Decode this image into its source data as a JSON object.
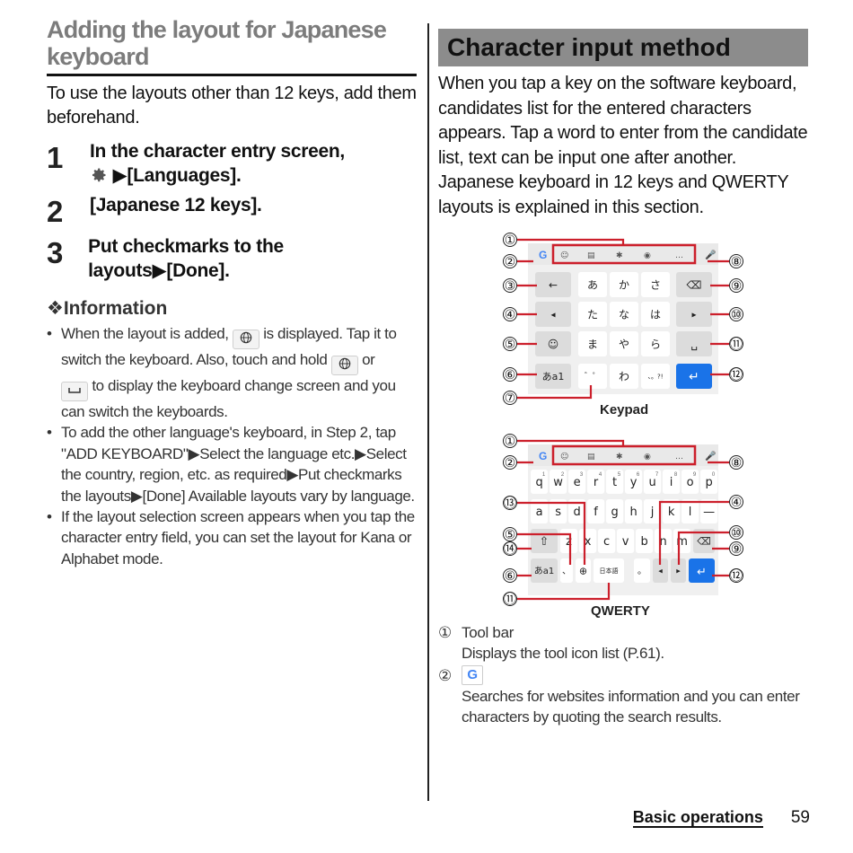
{
  "left": {
    "title": "Adding the layout for Japanese keyboard",
    "intro": "To use the layouts other than 12 keys, add them beforehand.",
    "steps": [
      {
        "num": "1",
        "text_a": "In the character entry screen,",
        "text_b": "▶[Languages]."
      },
      {
        "num": "2",
        "text": "[Japanese 12 keys]."
      },
      {
        "num": "3",
        "text": "Put checkmarks to the layouts▶[Done]."
      }
    ],
    "info_heading": "❖Information",
    "info": [
      {
        "a": "When the layout is added,",
        "b": "is displayed. Tap it to switch the keyboard. Also, touch and hold",
        "c": "or",
        "d": "to display the keyboard change screen and you can switch the keyboards."
      },
      {
        "text": "To add the other language's keyboard, in Step 2, tap \"ADD KEYBOARD\"▶Select the language etc.▶Select the country, region, etc. as required▶Put checkmarks the layouts▶[Done] Available layouts vary by language."
      },
      {
        "text": "If the layout selection screen appears when you tap the character entry field, you can set the layout for Kana or Alphabet mode."
      }
    ]
  },
  "right": {
    "banner": "Character input method",
    "para1": "When you tap a key on the software keyboard, candidates list for the entered characters appears. Tap a word to enter from the candidate list, text can be input one after another.",
    "para2": "Japanese keyboard in 12 keys and QWERTY layouts is explained in this section.",
    "keypad": {
      "caption": "Keypad",
      "kana": [
        "あ",
        "か",
        "さ",
        "た",
        "な",
        "は",
        "ま",
        "や",
        "ら",
        "わ"
      ],
      "mode_key": "あa1",
      "callouts_left": [
        "①",
        "②",
        "③",
        "④",
        "⑤",
        "⑥",
        "⑦"
      ],
      "callouts_right": [
        "⑧",
        "⑨",
        "⑩",
        "⑪",
        "⑫"
      ]
    },
    "qwerty": {
      "caption": "QWERTY",
      "row1": [
        "q",
        "w",
        "e",
        "r",
        "t",
        "y",
        "u",
        "i",
        "o",
        "p"
      ],
      "row1_nums": [
        "1",
        "2",
        "3",
        "4",
        "5",
        "6",
        "7",
        "8",
        "9",
        "0"
      ],
      "row2": [
        "a",
        "s",
        "d",
        "f",
        "g",
        "h",
        "j",
        "k",
        "l",
        "—"
      ],
      "row3": [
        "z",
        "x",
        "c",
        "v",
        "b",
        "n",
        "m"
      ],
      "mode_key": "あa1",
      "lang_key": "日本語",
      "period_key": "。",
      "callouts_left": [
        "①",
        "②",
        "⑬",
        "⑤",
        "⑭",
        "⑥",
        "⑪"
      ],
      "callouts_right": [
        "⑧",
        "④",
        "⑩",
        "⑨",
        "⑫"
      ]
    },
    "legend": [
      {
        "num": "①",
        "label": "Tool bar",
        "desc": "Displays the tool icon list (P.61)."
      },
      {
        "num": "②",
        "icon": "G",
        "desc": "Searches for websites information and you can enter characters by quoting the search results."
      }
    ]
  },
  "footer": {
    "section": "Basic operations",
    "page": "59"
  },
  "colors": {
    "title_gray": "#7c7c7c",
    "banner_gray": "#8c8c8c",
    "enter_blue": "#1a73e8",
    "callout_red": "#cc1f2b"
  },
  "icons": [
    "gear-icon",
    "globe-icon",
    "space-icon",
    "google-icon",
    "mic-icon",
    "backspace-icon",
    "enter-icon",
    "shift-icon"
  ]
}
